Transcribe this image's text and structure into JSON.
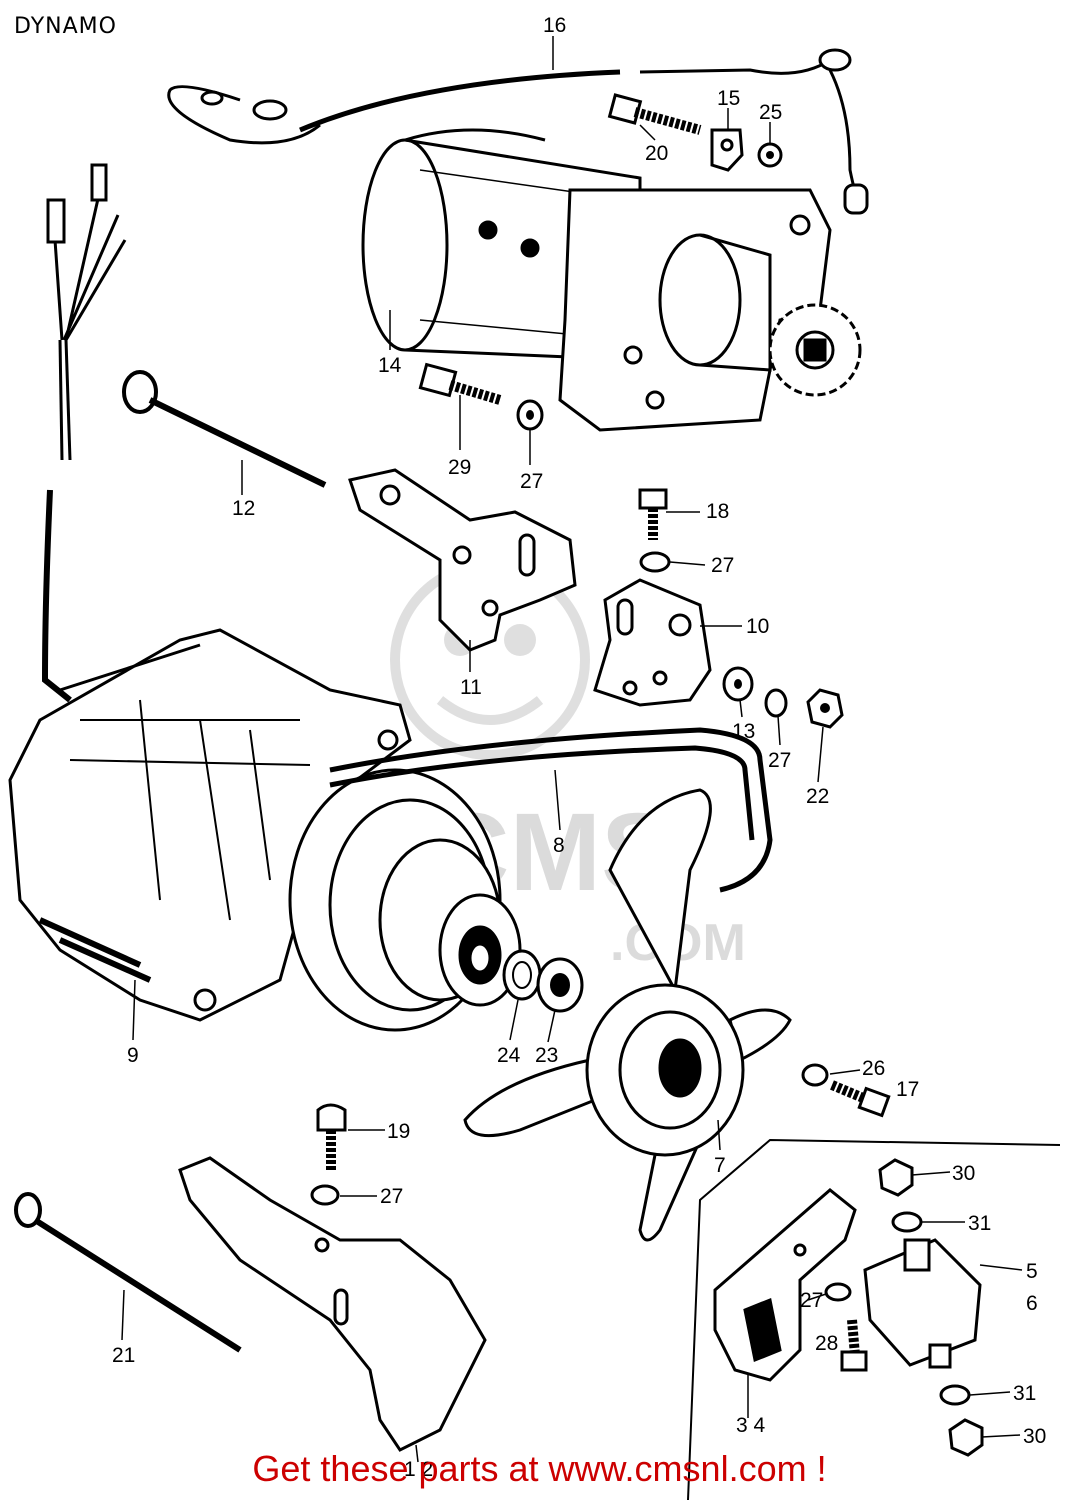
{
  "diagram": {
    "title": "DYNAMO",
    "watermark": {
      "main": "CMS",
      "sub": ".COM"
    },
    "callouts": [
      {
        "id": "16",
        "label": "16"
      },
      {
        "id": "15",
        "label": "15"
      },
      {
        "id": "25",
        "label": "25"
      },
      {
        "id": "20",
        "label": "20"
      },
      {
        "id": "14",
        "label": "14"
      },
      {
        "id": "29",
        "label": "29"
      },
      {
        "id": "27a",
        "label": "27"
      },
      {
        "id": "12",
        "label": "12"
      },
      {
        "id": "18",
        "label": "18"
      },
      {
        "id": "27b",
        "label": "27"
      },
      {
        "id": "10",
        "label": "10"
      },
      {
        "id": "11",
        "label": "11"
      },
      {
        "id": "13",
        "label": "13"
      },
      {
        "id": "27c",
        "label": "27"
      },
      {
        "id": "22",
        "label": "22"
      },
      {
        "id": "8",
        "label": "8"
      },
      {
        "id": "9",
        "label": "9"
      },
      {
        "id": "24",
        "label": "24"
      },
      {
        "id": "23",
        "label": "23"
      },
      {
        "id": "26",
        "label": "26"
      },
      {
        "id": "17",
        "label": "17"
      },
      {
        "id": "7",
        "label": "7"
      },
      {
        "id": "19",
        "label": "19"
      },
      {
        "id": "27d",
        "label": "27"
      },
      {
        "id": "30a",
        "label": "30"
      },
      {
        "id": "31a",
        "label": "31"
      },
      {
        "id": "5",
        "label": "5"
      },
      {
        "id": "6",
        "label": "6"
      },
      {
        "id": "27e",
        "label": "27"
      },
      {
        "id": "28",
        "label": "28"
      },
      {
        "id": "21",
        "label": "21"
      },
      {
        "id": "31b",
        "label": "31"
      },
      {
        "id": "30b",
        "label": "30"
      },
      {
        "id": "34",
        "label": "3 4"
      },
      {
        "id": "12b",
        "label": "1 2"
      }
    ],
    "footer": "Get these parts at www.cmsnl.com !"
  }
}
